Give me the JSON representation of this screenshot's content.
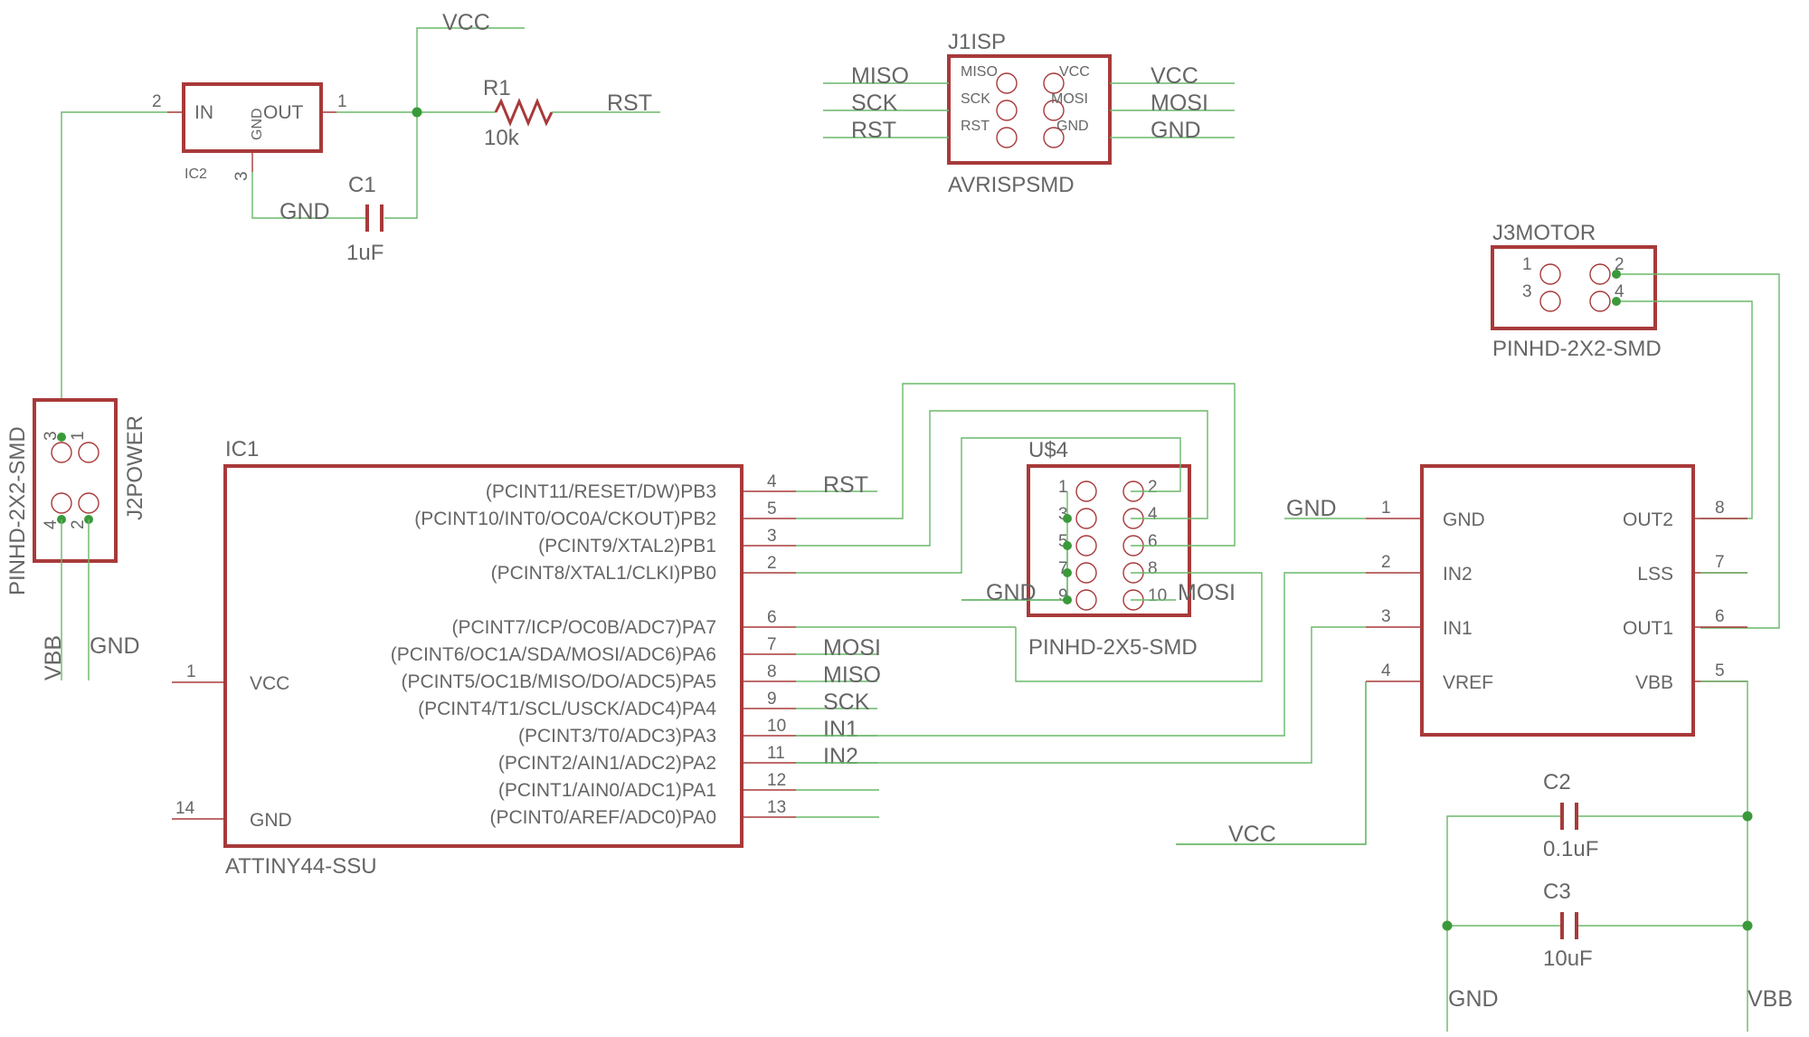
{
  "colors": {
    "wire": "#6ab86a",
    "component": "#a83a3a",
    "text": "#666666",
    "junction": "#3a9a3a",
    "background": "#ffffff"
  },
  "regulator": {
    "ref": "IC2",
    "pins": {
      "in": "IN",
      "gnd": "GND",
      "out": "OUT"
    },
    "pin_numbers": {
      "in": "2",
      "out": "1",
      "gnd": "3"
    },
    "vcc_net": "VCC",
    "gnd_net": "GND"
  },
  "r1": {
    "ref": "R1",
    "value": "10k",
    "net": "RST"
  },
  "c1": {
    "ref": "C1",
    "value": "1uF"
  },
  "j1isp": {
    "ref": "J1ISP",
    "package": "AVRISPSMD",
    "inner_left": [
      "MISO",
      "SCK",
      "RST"
    ],
    "inner_right": [
      "VCC",
      "MOSI",
      "GND"
    ],
    "nets_left": [
      "MISO",
      "SCK",
      "RST"
    ],
    "nets_right": [
      "VCC",
      "MOSI",
      "GND"
    ]
  },
  "j3motor": {
    "ref": "J3MOTOR",
    "package": "PINHD-2X2-SMD",
    "pin_numbers": [
      "1",
      "2",
      "3",
      "4"
    ]
  },
  "j2power": {
    "ref": "J2POWER",
    "package": "PINHD-2X2-SMD",
    "pin_numbers": [
      "3",
      "1",
      "4",
      "2"
    ],
    "nets": [
      "VBB",
      "GND"
    ]
  },
  "ic1": {
    "ref": "IC1",
    "part": "ATTINY44-SSU",
    "left_pins": [
      {
        "num": "1",
        "name": "VCC"
      },
      {
        "num": "14",
        "name": "GND"
      }
    ],
    "right_pins": [
      {
        "num": "4",
        "name": "(PCINT11/RESET/DW)PB3",
        "net": "RST"
      },
      {
        "num": "5",
        "name": "(PCINT10/INT0/OC0A/CKOUT)PB2",
        "net": ""
      },
      {
        "num": "3",
        "name": "(PCINT9/XTAL2)PB1",
        "net": ""
      },
      {
        "num": "2",
        "name": "(PCINT8/XTAL1/CLKI)PB0",
        "net": ""
      },
      {
        "num": "6",
        "name": "(PCINT7/ICP/OC0B/ADC7)PA7",
        "net": ""
      },
      {
        "num": "7",
        "name": "(PCINT6/OC1A/SDA/MOSI/ADC6)PA6",
        "net": "MOSI"
      },
      {
        "num": "8",
        "name": "(PCINT5/OC1B/MISO/DO/ADC5)PA5",
        "net": "MISO"
      },
      {
        "num": "9",
        "name": "(PCINT4/T1/SCL/USCK/ADC4)PA4",
        "net": "SCK"
      },
      {
        "num": "10",
        "name": "(PCINT3/T0/ADC3)PA3",
        "net": "IN1"
      },
      {
        "num": "11",
        "name": "(PCINT2/AIN1/ADC2)PA2",
        "net": "IN2"
      },
      {
        "num": "12",
        "name": "(PCINT1/AIN0/ADC1)PA1",
        "net": ""
      },
      {
        "num": "13",
        "name": "(PCINT0/AREF/ADC0)PA0",
        "net": ""
      }
    ]
  },
  "u4": {
    "ref": "U$4",
    "package": "PINHD-2X5-SMD",
    "pin_numbers": [
      "1",
      "2",
      "3",
      "4",
      "5",
      "6",
      "7",
      "8",
      "9",
      "10"
    ],
    "nets": {
      "gnd": "GND",
      "mosi": "MOSI"
    }
  },
  "driver": {
    "left_pins": [
      {
        "num": "1",
        "name": "GND",
        "net": "GND"
      },
      {
        "num": "2",
        "name": "IN2",
        "net": ""
      },
      {
        "num": "3",
        "name": "IN1",
        "net": ""
      },
      {
        "num": "4",
        "name": "VREF",
        "net": "VCC"
      }
    ],
    "right_pins": [
      {
        "num": "8",
        "name": "OUT2"
      },
      {
        "num": "7",
        "name": "LSS"
      },
      {
        "num": "6",
        "name": "OUT1"
      },
      {
        "num": "5",
        "name": "VBB"
      }
    ]
  },
  "c2": {
    "ref": "C2",
    "value": "0.1uF"
  },
  "c3": {
    "ref": "C3",
    "value": "10uF"
  },
  "bottom_nets": {
    "gnd": "GND",
    "vbb": "VBB"
  }
}
